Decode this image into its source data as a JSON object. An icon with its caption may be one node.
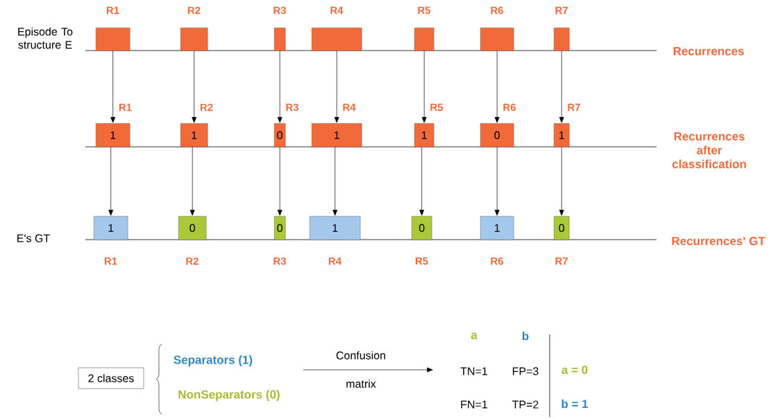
{
  "diagram": {
    "nodes": [
      {
        "text": [],
        "shape": "box",
        "beside": [
          "R1"
        ]
      },
      {
        "text": [],
        "shape": "box",
        "beside": [
          "R2"
        ]
      },
      {
        "text": [],
        "shape": "box",
        "beside": [
          "R3"
        ]
      },
      {
        "text": [],
        "shape": "box",
        "beside": [
          "R4"
        ]
      },
      {
        "text": [],
        "shape": "box",
        "beside": [
          "R5"
        ]
      },
      {
        "text": [],
        "shape": "box",
        "beside": [
          "R6"
        ]
      },
      {
        "text": [],
        "shape": "box",
        "beside": [
          "R7"
        ]
      },
      {
        "text": [
          "1"
        ],
        "beside": [
          "R1"
        ]
      },
      {
        "text": [
          "1"
        ],
        "beside": [
          "R2"
        ]
      },
      {
        "text": [
          "0"
        ],
        "beside": [
          "R3"
        ]
      },
      {
        "text": [
          "1"
        ],
        "beside": [
          "R4"
        ]
      },
      {
        "text": [
          "1"
        ],
        "beside": [
          "R5"
        ]
      },
      {
        "text": [
          "0"
        ],
        "beside": [
          "R6"
        ]
      },
      {
        "text": [
          "1"
        ],
        "beside": [
          "R7"
        ]
      },
      {
        "text": [
          "1"
        ],
        "beside": [
          "R1"
        ]
      },
      {
        "text": [
          "0"
        ],
        "beside": [
          "R2"
        ]
      },
      {
        "text": [
          "0"
        ],
        "beside": [
          "R3"
        ]
      },
      {
        "text": [
          "1"
        ],
        "beside": [
          "R4"
        ]
      },
      {
        "text": [
          "0"
        ],
        "beside": [
          "R5"
        ]
      },
      {
        "text": [
          "1"
        ],
        "beside": [
          "R6"
        ]
      },
      {
        "text": [
          "0"
        ],
        "beside": [
          "R7"
        ]
      },
      {
        "text": [
          "2 classes"
        ]
      },
      {
        "text": [
          "a",
          "b",
          "TN=1",
          "FP=3",
          "FN=1",
          "TP=2",
          "a = 0",
          "b = 1"
        ]
      }
    ],
    "edges": [
      {
        "from": 0,
        "to": 7,
        "arrow": "to"
      },
      {
        "from": 1,
        "to": 8,
        "arrow": "to"
      },
      {
        "from": 2,
        "to": 9,
        "arrow": "to"
      },
      {
        "from": 3,
        "to": 10,
        "arrow": "to"
      },
      {
        "from": 4,
        "to": 11,
        "arrow": "to"
      },
      {
        "from": 5,
        "to": 12,
        "arrow": "to"
      },
      {
        "from": 6,
        "to": 13,
        "arrow": "to"
      },
      {
        "from": 7,
        "to": 14,
        "arrow": "to"
      },
      {
        "from": 8,
        "to": 15,
        "arrow": "to"
      },
      {
        "from": 9,
        "to": 16,
        "arrow": "to"
      },
      {
        "from": 10,
        "to": 17,
        "arrow": "to"
      },
      {
        "from": 11,
        "to": 18,
        "arrow": "to"
      },
      {
        "from": 12,
        "to": 19,
        "arrow": "to"
      },
      {
        "from": 13,
        "to": 20,
        "arrow": "to"
      },
      {
        "from": null,
        "to": 22,
        "arrow": "to",
        "label": "Confusion"
      }
    ],
    "labels": [
      "Episode To structure E",
      "Recurrences",
      "Recurrences after classification",
      "E's GT",
      "Recurrences' GT",
      "Separators (1)",
      "NonSeparators (0)",
      "matrix"
    ]
  }
}
